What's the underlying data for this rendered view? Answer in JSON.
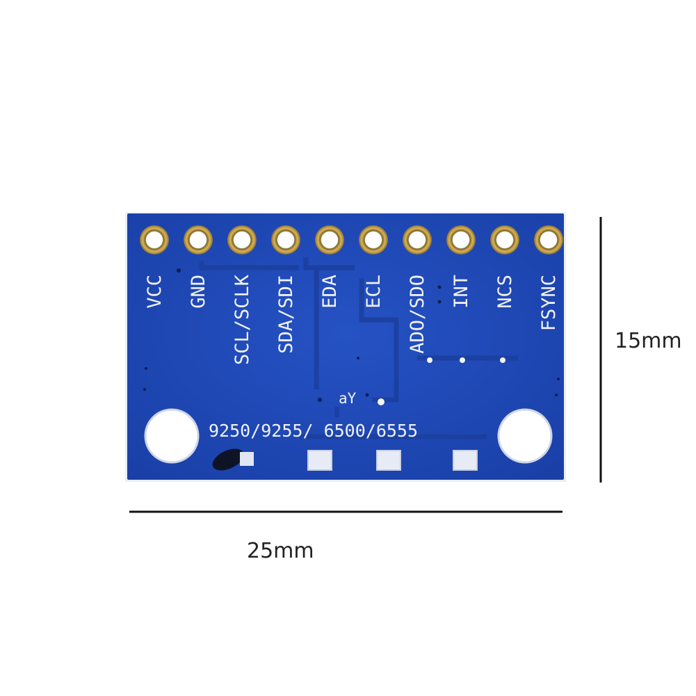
{
  "board": {
    "pins": [
      "VCC",
      "GND",
      "SCL/SCLK",
      "SDA/SDI",
      "EDA",
      "ECL",
      "ADO/SDO",
      "INT",
      "NCS",
      "FSYNC"
    ],
    "marking": "aY",
    "part_numbers": "9250/9255/ 6500/6555",
    "colors": {
      "pcb": "#1f49b8",
      "pcb_dark": "#16399a",
      "silkscreen": "#f2f2f2",
      "pad_ring": "#c9a24a"
    }
  },
  "dimensions": {
    "width_label": "25mm",
    "height_label": "15mm"
  }
}
